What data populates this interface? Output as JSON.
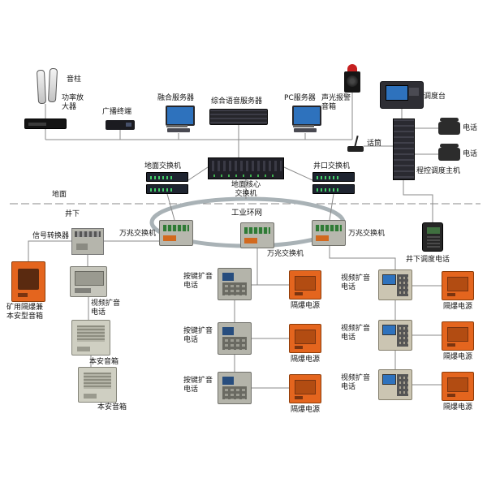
{
  "colors": {
    "orange": "#e4651e",
    "device_gray": "#b7b7ae",
    "line_gray": "#8a8a8a",
    "ring_gray": "#a9b2b6",
    "screen_blue": "#2e72bd",
    "alarm_red": "#c62020"
  },
  "zones": {
    "ground": "地面",
    "underground_zone": "井下"
  },
  "ring": {
    "label": "工业环网"
  },
  "surface": {
    "audio_column": "音柱",
    "power_amplifier": "功率放大器",
    "broadcast_terminal": "广播终端",
    "fusion_server": "融合服务器",
    "voice_server": "综合语音服务器",
    "pc_server": "PC服务器",
    "alarm_speaker": "声光报警音箱",
    "dispatch_console": "调度台",
    "microphone": "话筒",
    "telephone": "电话",
    "dispatch_host": "程控调度主机",
    "ground_switch": "地面交换机",
    "core_switch": "地面核心交换机",
    "wellhead_switch": "井口交换机"
  },
  "underground": {
    "switch_10g": "万兆交换机",
    "signal_converter": "信号转换器",
    "underground_dispatch_phone": "井下调度电话",
    "mine_flameproof_speaker": "矿用隔爆兼本安型音箱",
    "video_amp_phone": "视频扩音电话",
    "intrinsically_safe_speaker": "本安音箱",
    "keypad_amp_phone": "按键扩音电话",
    "flameproof_power": "隔爆电源"
  }
}
